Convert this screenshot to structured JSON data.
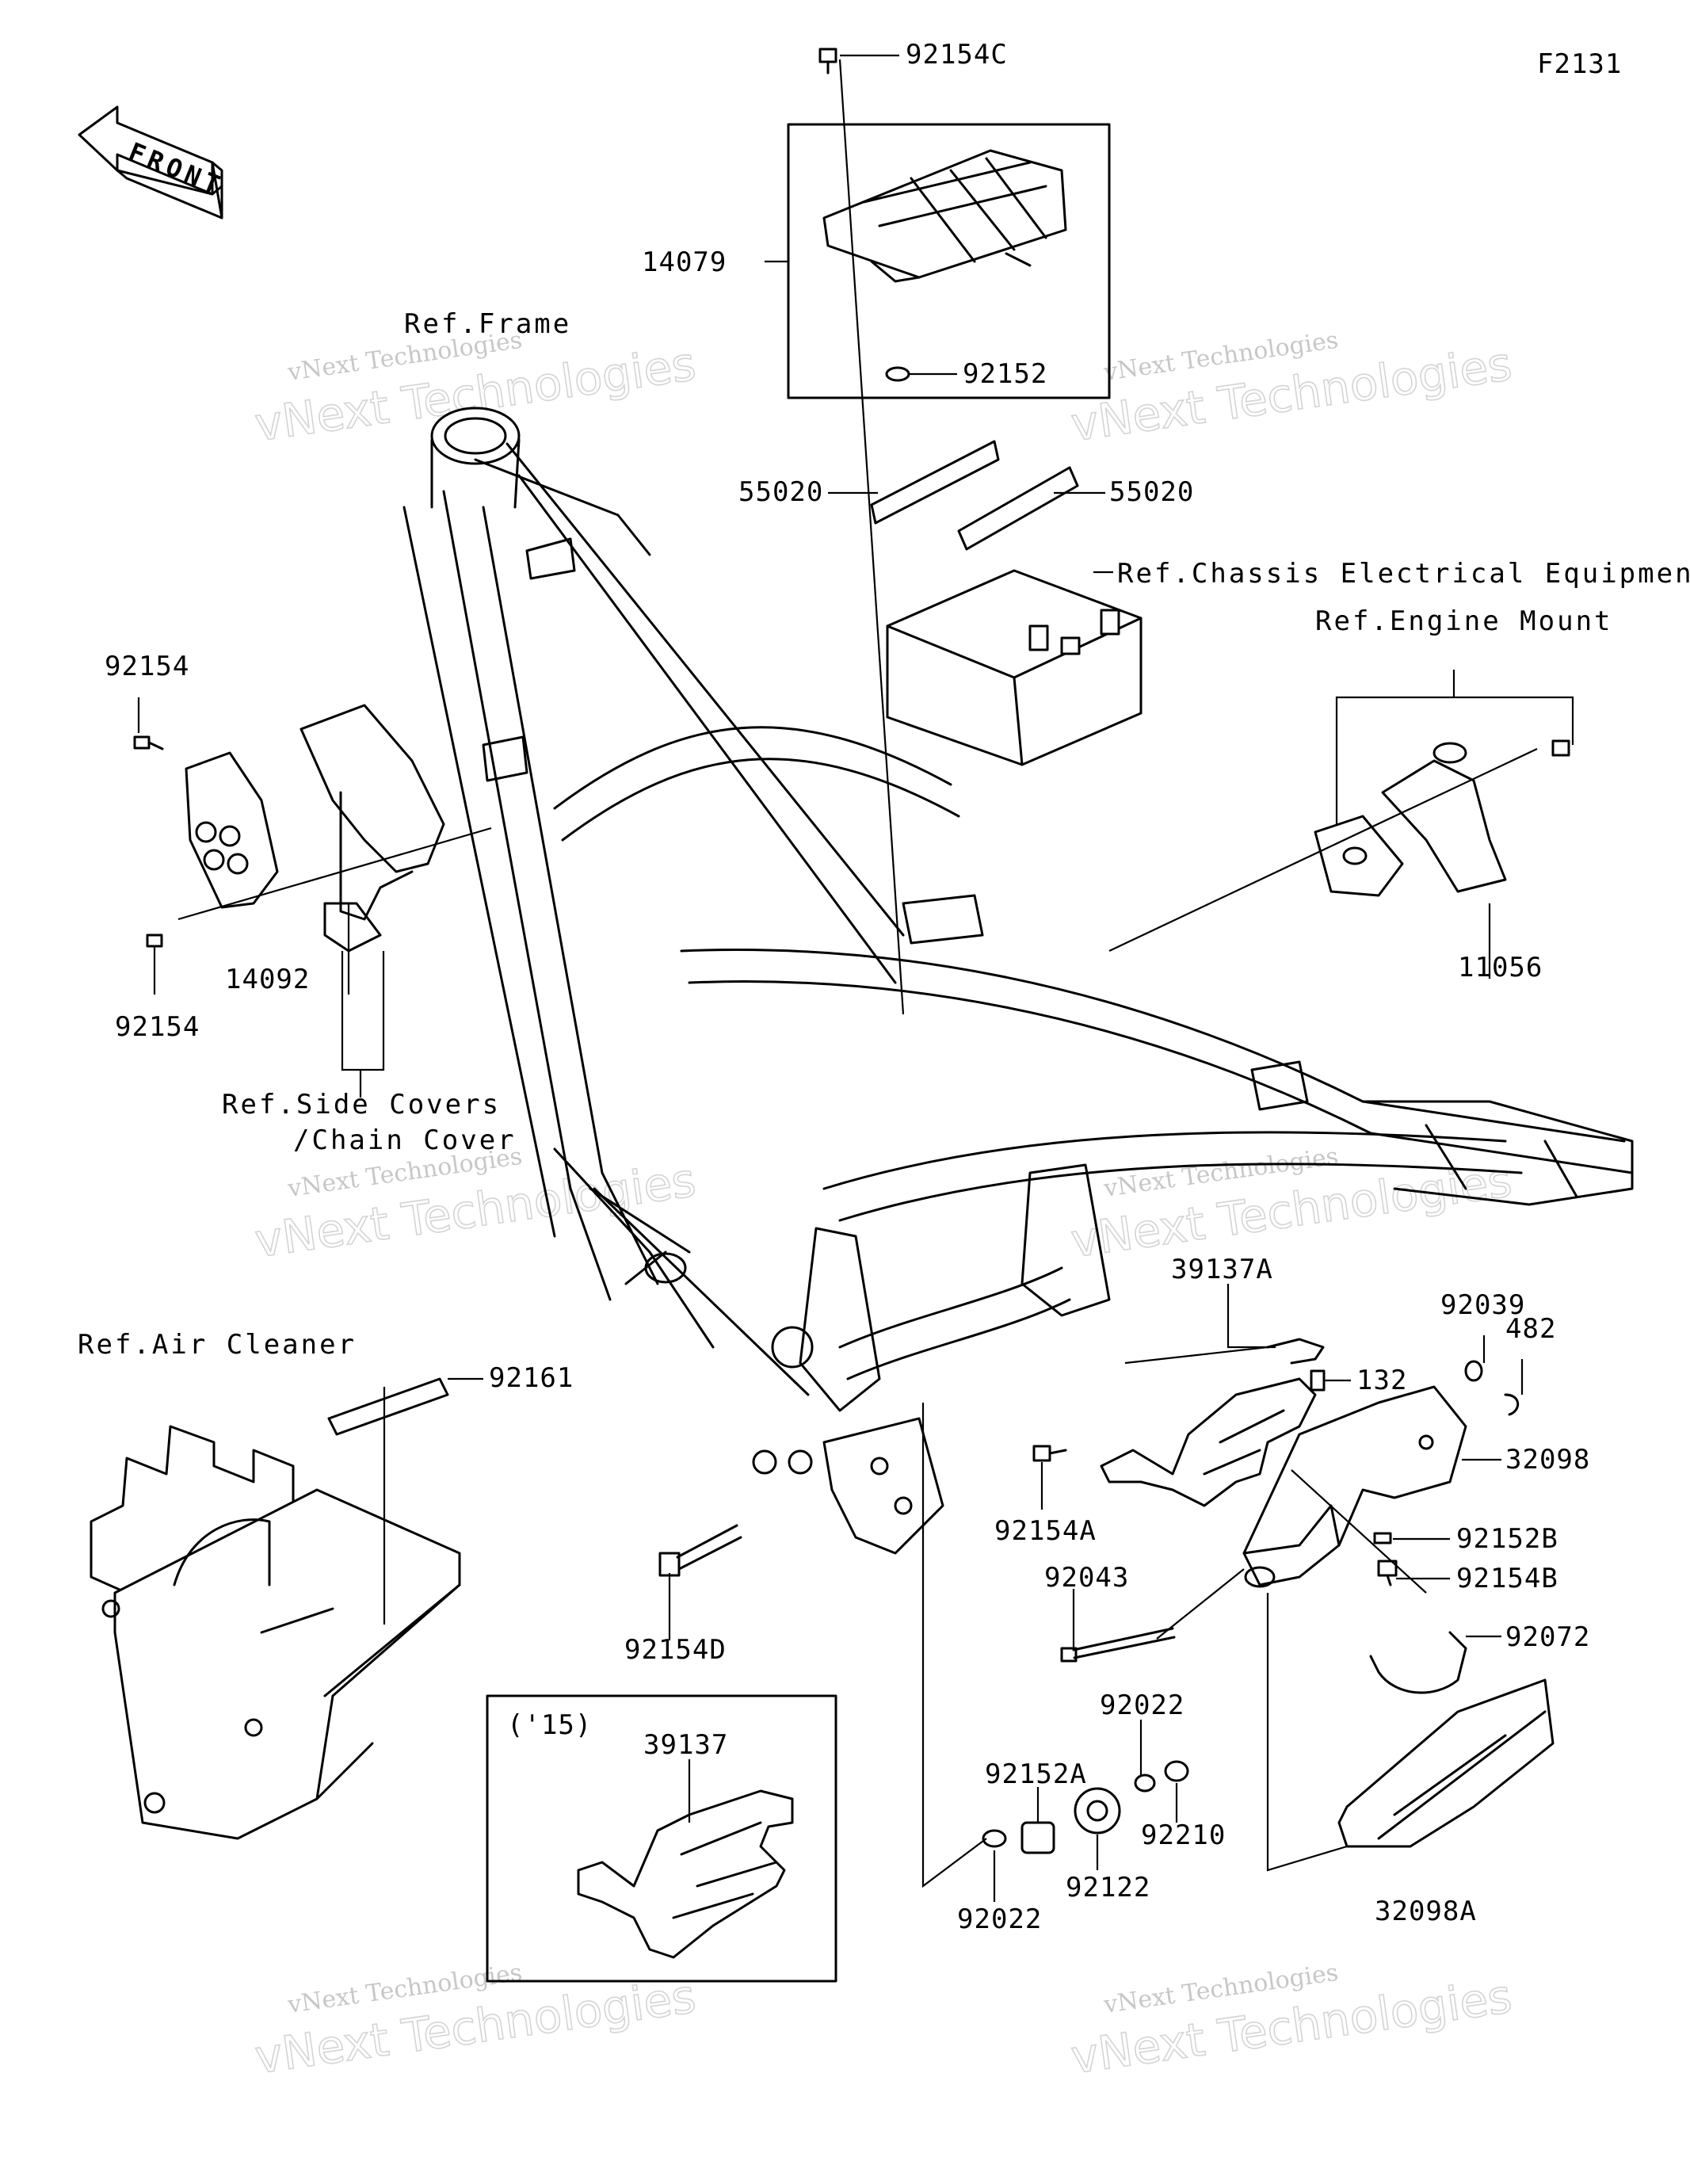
{
  "diagram_id": "F2131",
  "front_label": "FRONT",
  "variant_label": "('15)",
  "watermark": {
    "line1": "vNext Technologies",
    "line2": "vNext Technologies"
  },
  "refs": {
    "frame": "Ref.Frame",
    "chassis_electrical": "Ref.Chassis Electrical Equipment",
    "engine_mount": "Ref.Engine Mount",
    "side_covers_1": "Ref.Side Covers",
    "side_covers_2": "/Chain Cover",
    "air_cleaner": "Ref.Air Cleaner"
  },
  "parts": {
    "p92154C": "92154C",
    "p14079": "14079",
    "p92152": "92152",
    "p55020a": "55020",
    "p55020b": "55020",
    "p92154_top": "92154",
    "p92154_bottom": "92154",
    "p14092": "14092",
    "p11056": "11056",
    "p39137A": "39137A",
    "p92039": "92039",
    "p482": "482",
    "p132": "132",
    "p32098": "32098",
    "p92152B": "92152B",
    "p92154B": "92154B",
    "p92154A": "92154A",
    "p92043": "92043",
    "p92072": "92072",
    "p92161": "92161",
    "p92154D": "92154D",
    "p39137": "39137",
    "p92022a": "92022",
    "p92152A": "92152A",
    "p92210": "92210",
    "p92122": "92122",
    "p92022b": "92022",
    "p32098A": "32098A"
  }
}
